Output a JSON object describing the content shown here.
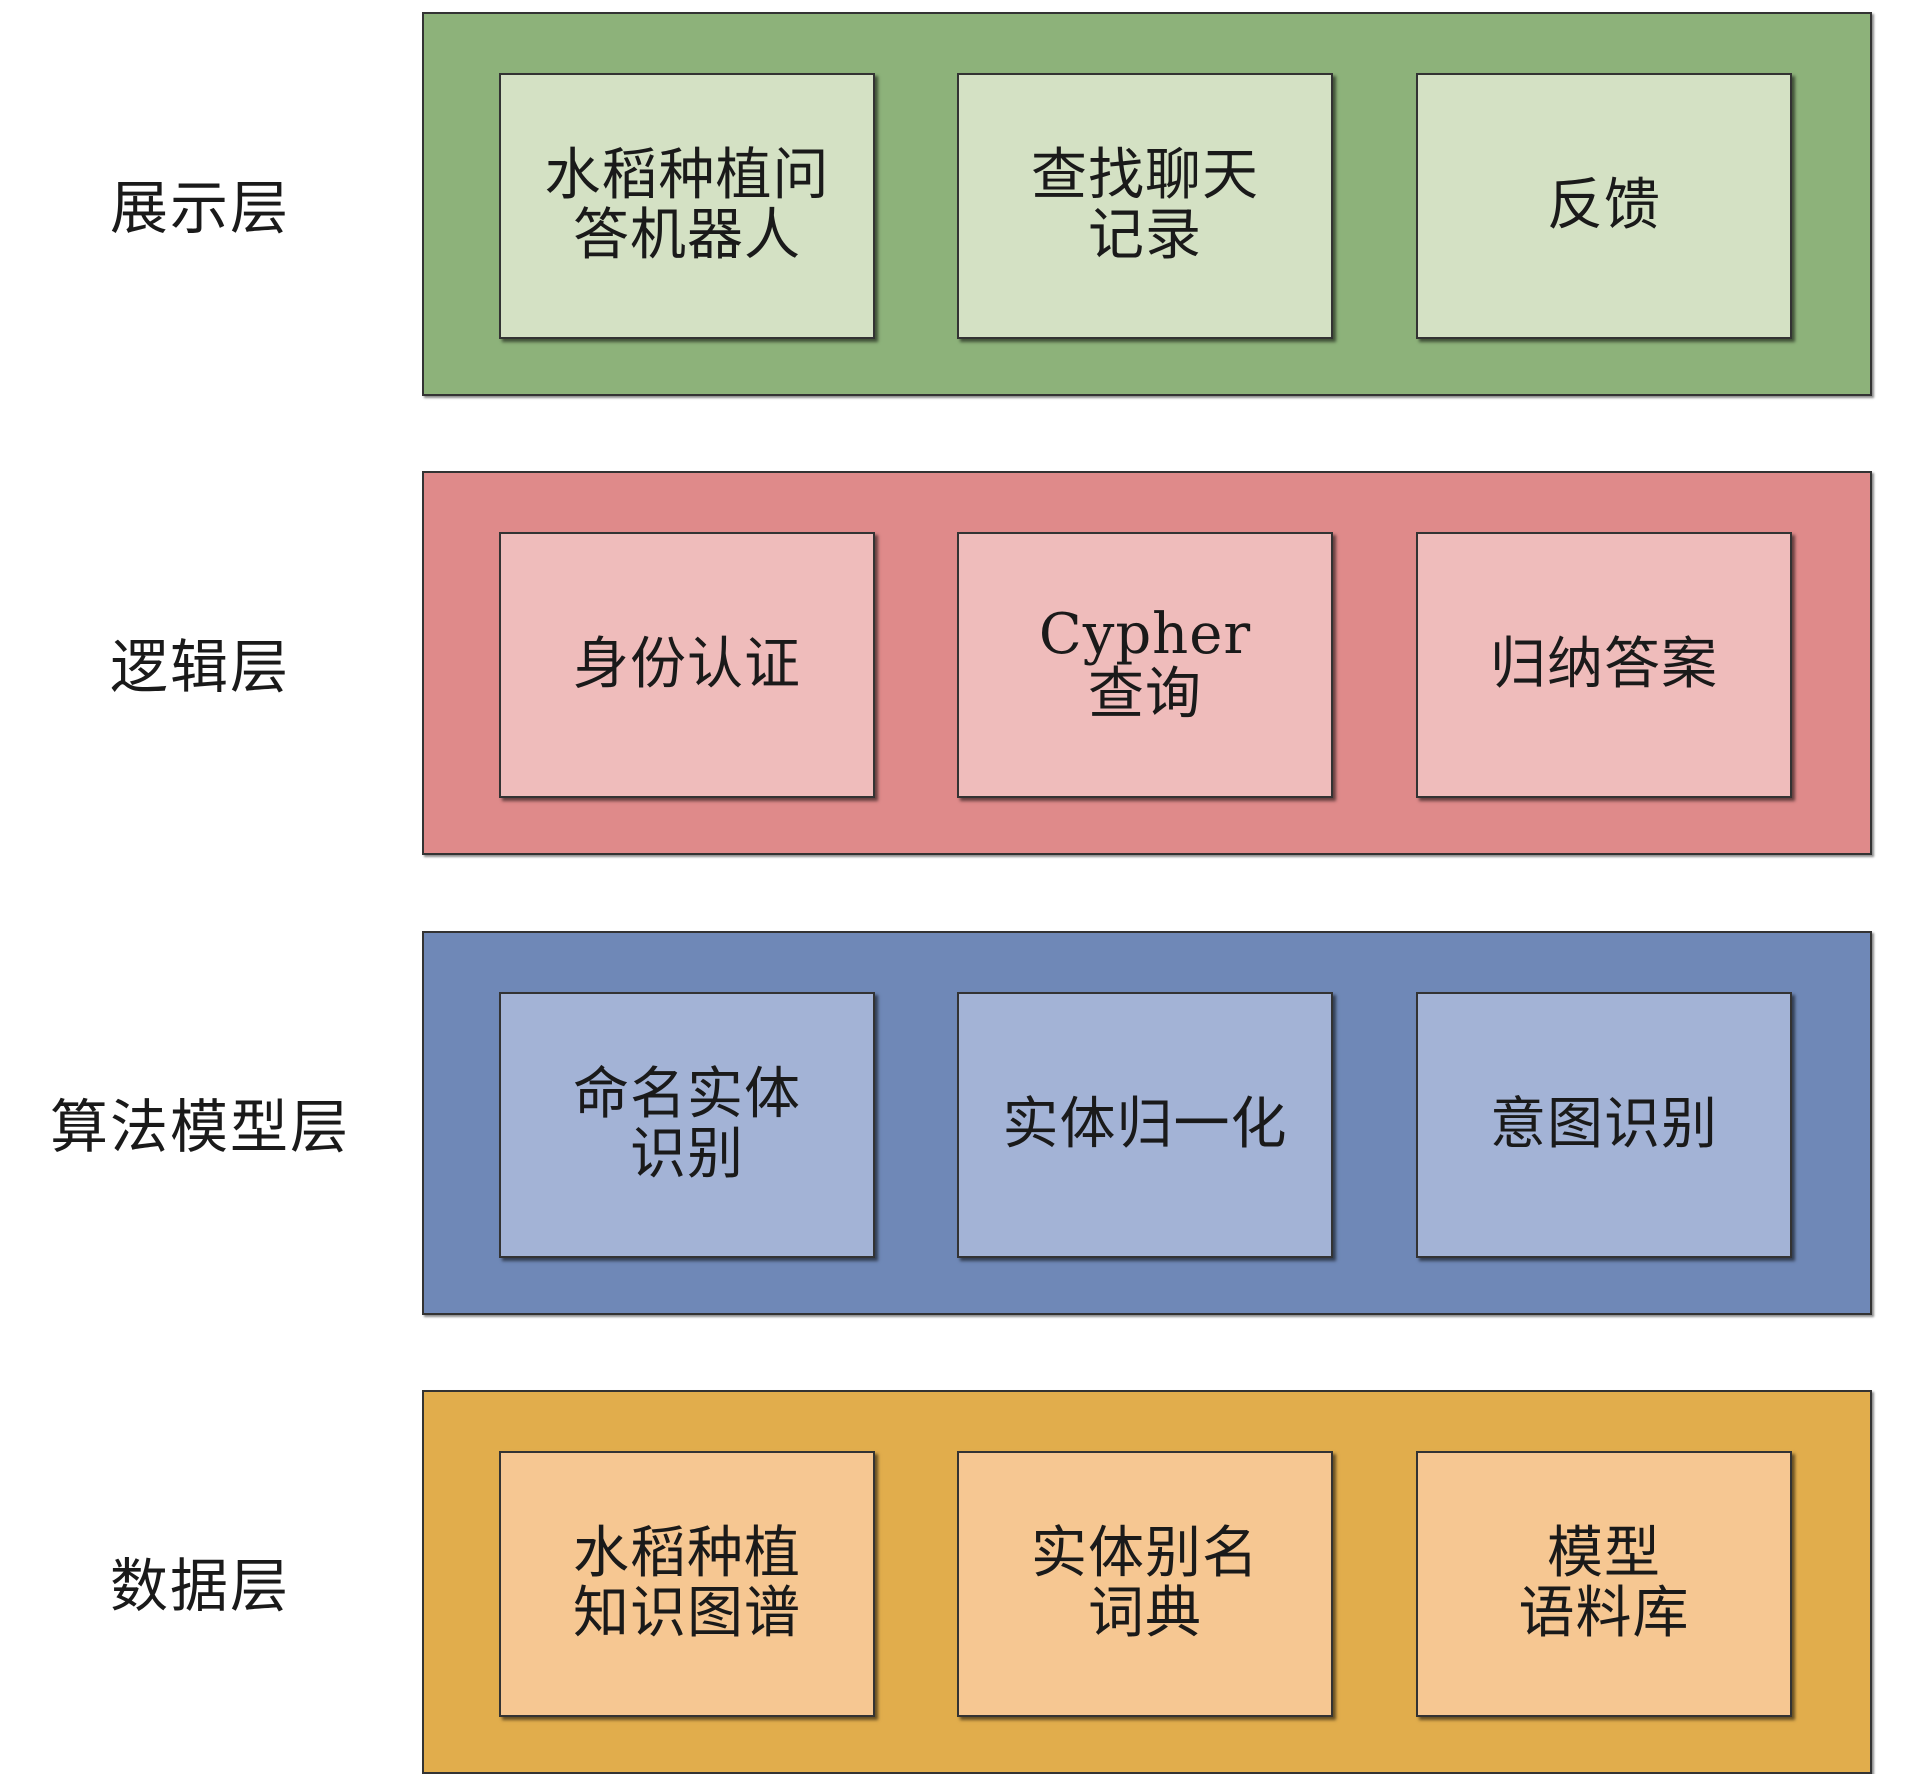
{
  "layers": [
    {
      "label": "展示层",
      "band_color": "#8db27a",
      "box_color": "#d4e1c4",
      "boxes": [
        "水稻种植问\n答机器人",
        "查找聊天\n记录",
        "反馈"
      ]
    },
    {
      "label": "逻辑层",
      "band_color": "#df8a8a",
      "box_color": "#efbcbb",
      "boxes": [
        "身份认证",
        "Cypher\n查询",
        "归纳答案"
      ]
    },
    {
      "label": "算法模型层",
      "band_color": "#6f88b7",
      "box_color": "#a3b3d6",
      "boxes": [
        "命名实体\n识别",
        "实体归一化",
        "意图识别"
      ]
    },
    {
      "label": "数据层",
      "band_color": "#e1ad4c",
      "box_color": "#f6c792",
      "boxes": [
        "水稻种植\n知识图谱",
        "实体别名\n词典",
        "模型\n语料库"
      ]
    }
  ]
}
